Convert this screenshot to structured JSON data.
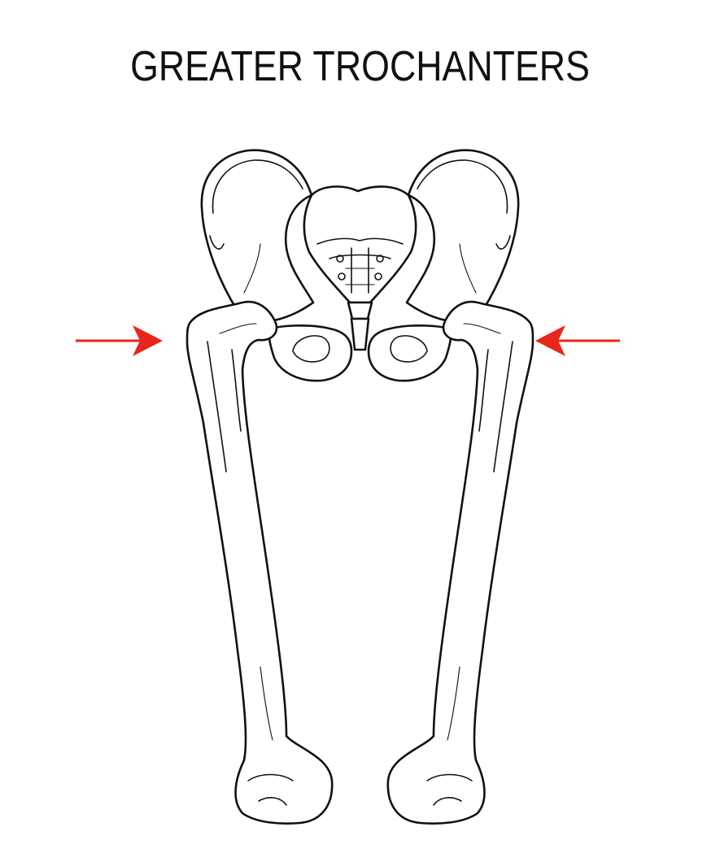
{
  "title": "GREATER TROCHANTERS",
  "colors": {
    "background": "#ffffff",
    "line_art": "#111111",
    "arrow": "#e8261b"
  },
  "illustration": {
    "subject": "pelvis-and-femurs-icon",
    "markers": [
      "arrow-left-trochanter",
      "arrow-right-trochanter"
    ]
  }
}
